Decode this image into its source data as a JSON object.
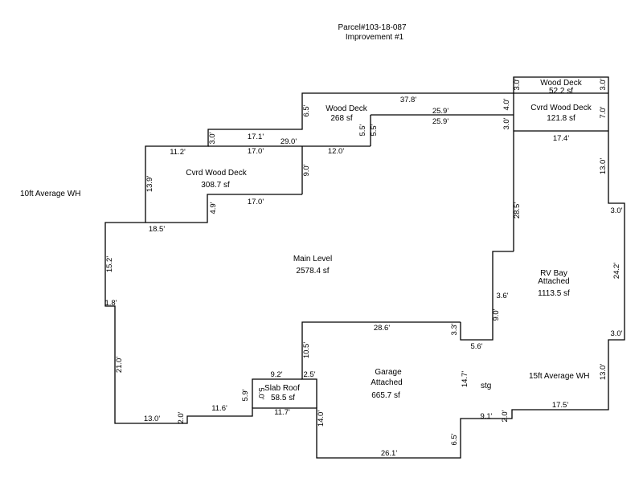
{
  "header": {
    "parcel": "Parcel#103-18-087",
    "improvement": "Improvement #1"
  },
  "notes": {
    "left_wall_height": "10ft Average WH",
    "right_wall_height": "15ft Average WH",
    "storage": "stg"
  },
  "areas": {
    "wood_deck_top_name": "Wood Deck",
    "wood_deck_top_area": "52.2 sf",
    "cvrd_deck_right_name": "Cvrd Wood Deck",
    "cvrd_deck_right_area": "121.8 sf",
    "wood_deck_mid_name": "Wood Deck",
    "wood_deck_mid_area": "268 sf",
    "cvrd_deck_left_name": "Cvrd Wood Deck",
    "cvrd_deck_left_area": "308.7 sf",
    "main_level_name": "Main Level",
    "main_level_area": "2578.4 sf",
    "rv_bay_name": "RV Bay",
    "rv_bay_sub": "Attached",
    "rv_bay_area": "1113.5 sf",
    "garage_name": "Garage",
    "garage_sub": "Attached",
    "garage_area": "665.7 sf",
    "slab_roof_name": "Slab Roof",
    "slab_roof_area": "58.5 sf"
  },
  "dims": {
    "d01": "37.8'",
    "d02": "25.9'",
    "d03": "25.9'",
    "d04": "6.5'",
    "d05": "5.5'",
    "d06": "5.5'",
    "d07": "4.0'",
    "d08": "3.0'",
    "d09": "3.0'",
    "d10": "3.0'",
    "d11": "7.0'",
    "d12": "17.4'",
    "d13": "17.1'",
    "d14": "3.0'",
    "d15": "17.0'",
    "d16": "29.0'",
    "d17": "12.0'",
    "d18": "11.2'",
    "d19": "13.9'",
    "d20": "9.0'",
    "d21": "17.0'",
    "d22": "4.9'",
    "d23": "18.5'",
    "d24": "15.2'",
    "d25": "1.8'",
    "d26": "21.0'",
    "d27": "13.0'",
    "d28": "2.0'",
    "d29": "11.6'",
    "d30": "5.9'",
    "d31": "9.2'",
    "d32": "2.5'",
    "d33": "5.0'",
    "d34": "11.7'",
    "d35": "10.5'",
    "d36": "28.6'",
    "d37": "3.3'",
    "d38": "14.0'",
    "d39": "26.1'",
    "d40": "6.5'",
    "d41": "14.7'",
    "d42": "5.6'",
    "d43": "9.0'",
    "d44": "3.6'",
    "d45": "28.5'",
    "d46": "13.0'",
    "d47": "3.0'",
    "d48": "24.2'",
    "d49": "3.0'",
    "d50": "13.0'",
    "d51": "17.5'",
    "d52": "2.0'",
    "d53": "9.1'"
  }
}
